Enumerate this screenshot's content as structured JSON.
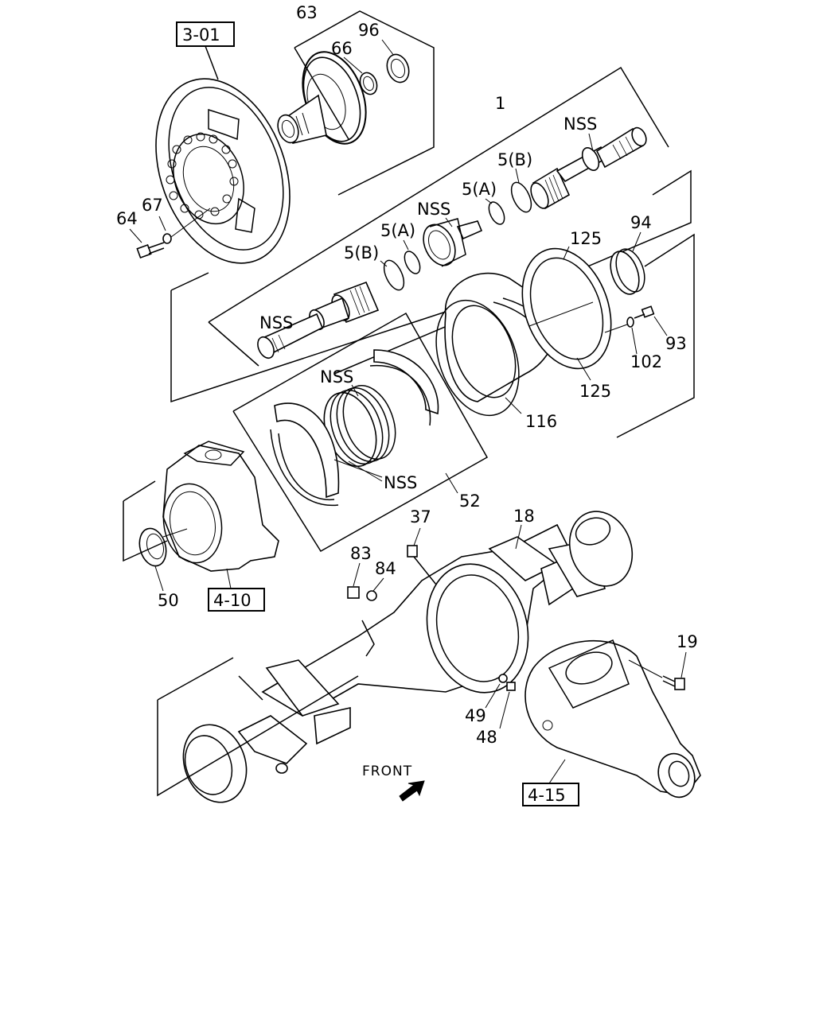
{
  "refs": {
    "r3_01": "3-01",
    "r4_10": "4-10",
    "r4_15": "4-15"
  },
  "labels": {
    "l63": "63",
    "l96": "96",
    "l66": "66",
    "l1": "1",
    "nss_top": "NSS",
    "l5b_top": "5(B)",
    "l5a_top": "5(A)",
    "nss_mid": "NSS",
    "l5a_mid": "5(A)",
    "l5b_mid": "5(B)",
    "l67": "67",
    "l64": "64",
    "l125_top": "125",
    "l94": "94",
    "nss_left": "NSS",
    "l93": "93",
    "l102": "102",
    "l125_bot": "125",
    "nss_ring_top": "NSS",
    "l116": "116",
    "nss_ring_bot": "NSS",
    "l52": "52",
    "l37": "37",
    "l18": "18",
    "l83": "83",
    "l84": "84",
    "l50": "50",
    "l19": "19",
    "l49": "49",
    "l48": "48",
    "front": "FRONT"
  },
  "icons": {
    "front_arrow": "arrow-northeast-icon"
  }
}
